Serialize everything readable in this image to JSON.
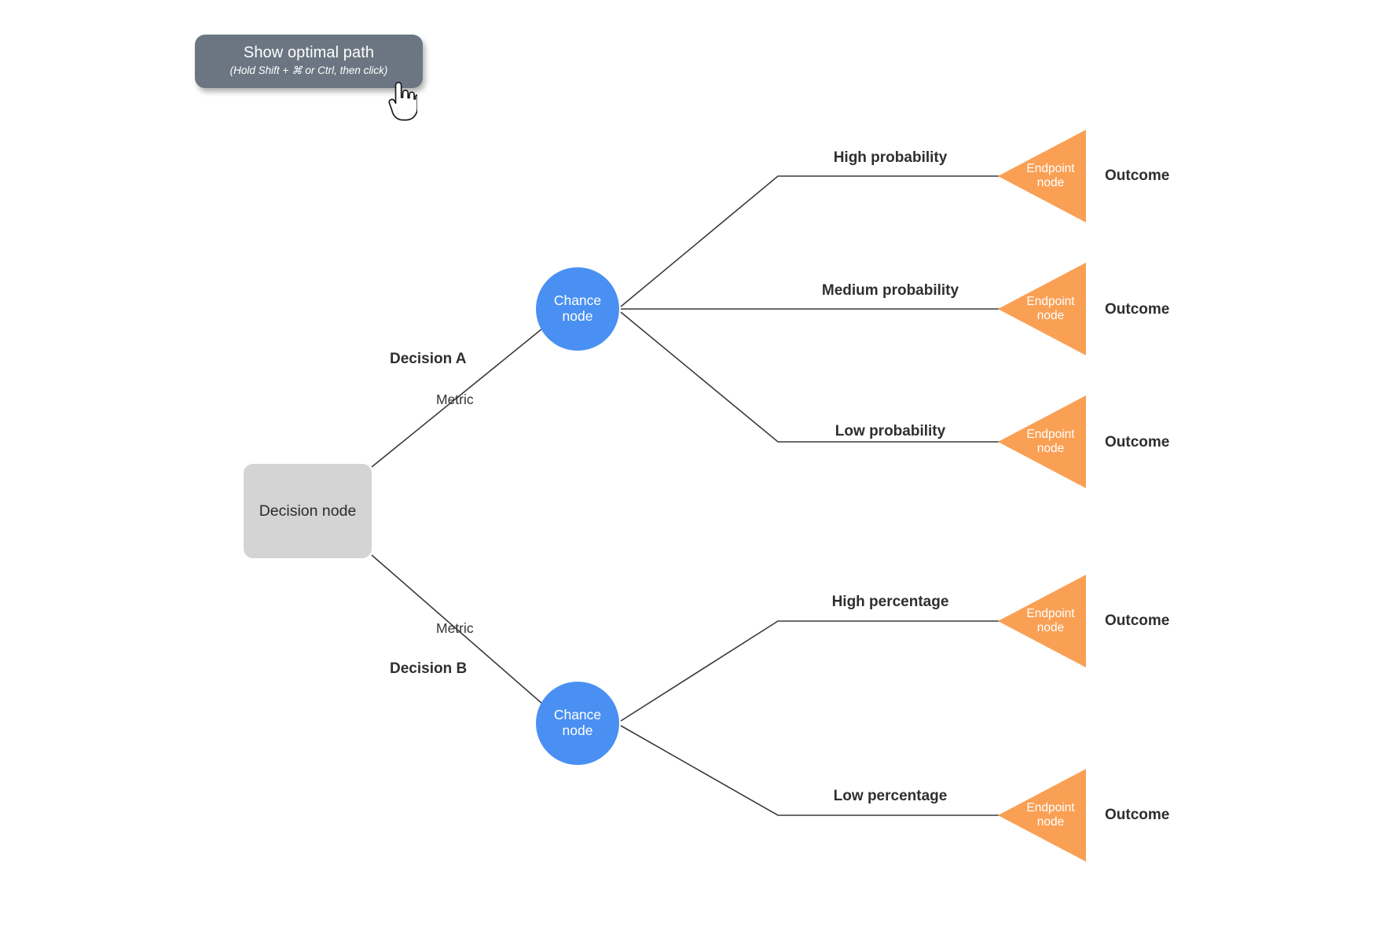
{
  "tooltip": {
    "title": "Show optimal path",
    "subtitle": "(Hold Shift + ⌘ or Ctrl, then click)",
    "background_color": "#6b7682",
    "text_color": "#ffffff"
  },
  "cursor": {
    "icon": "pointing-hand-cursor"
  },
  "colors": {
    "decision_node": "#d4d4d4",
    "chance_node": "#4a90f2",
    "endpoint_node": "#f9a055",
    "edge_line": "#3a3a3a",
    "label_text": "#2f2f2f"
  },
  "tree": {
    "root": {
      "label": "Decision node",
      "shape": "rounded-rectangle"
    },
    "branches": [
      {
        "decision_label": "Decision A",
        "metric_label": "Metric",
        "chance_node_label_line1": "Chance",
        "chance_node_label_line2": "node",
        "outcomes": [
          {
            "edge_label": "High probability",
            "endpoint_line1": "Endpoint",
            "endpoint_line2": "node",
            "outcome_label": "Outcome"
          },
          {
            "edge_label": "Medium probability",
            "endpoint_line1": "Endpoint",
            "endpoint_line2": "node",
            "outcome_label": "Outcome"
          },
          {
            "edge_label": "Low probability",
            "endpoint_line1": "Endpoint",
            "endpoint_line2": "node",
            "outcome_label": "Outcome"
          }
        ]
      },
      {
        "decision_label": "Decision B",
        "metric_label": "Metric",
        "chance_node_label_line1": "Chance",
        "chance_node_label_line2": "node",
        "outcomes": [
          {
            "edge_label": "High percentage",
            "endpoint_line1": "Endpoint",
            "endpoint_line2": "node",
            "outcome_label": "Outcome"
          },
          {
            "edge_label": "Low percentage",
            "endpoint_line1": "Endpoint",
            "endpoint_line2": "node",
            "outcome_label": "Outcome"
          }
        ]
      }
    ]
  }
}
